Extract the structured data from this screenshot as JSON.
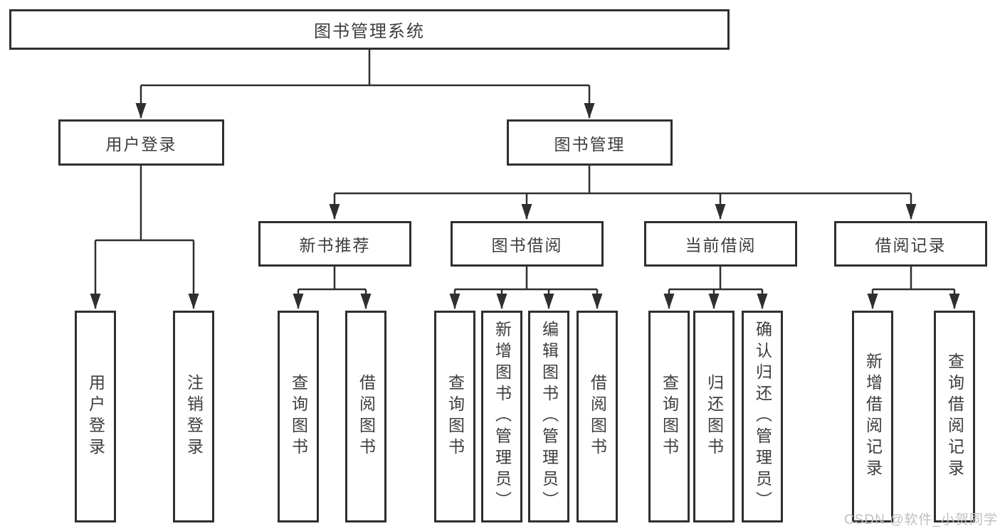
{
  "diagram": {
    "type": "hierarchy-tree",
    "colors": {
      "background": "#ffffff",
      "box_fill": "#ffffff",
      "box_border": "#2f2f2f",
      "line": "#2f2f2f",
      "text": "#3d3d3d",
      "watermark": "#bfbfbf"
    },
    "watermark": {
      "text": "CSDN @软件_小贺同学"
    },
    "tree": {
      "label": "图书管理系统",
      "children": [
        {
          "label": "用户登录",
          "children": [
            {
              "label": "用户登录"
            },
            {
              "label": "注销登录"
            }
          ]
        },
        {
          "label": "图书管理",
          "children": [
            {
              "label": "新书推荐",
              "children": [
                {
                  "label": "查询图书"
                },
                {
                  "label": "借阅图书"
                }
              ]
            },
            {
              "label": "图书借阅",
              "children": [
                {
                  "label": "查询图书"
                },
                {
                  "label": "新增图书（管理员）"
                },
                {
                  "label": "编辑图书（管理员）"
                },
                {
                  "label": "借阅图书"
                }
              ]
            },
            {
              "label": "当前借阅",
              "children": [
                {
                  "label": "查询图书"
                },
                {
                  "label": "归还图书"
                },
                {
                  "label": "确认归还（管理员）"
                }
              ]
            },
            {
              "label": "借阅记录",
              "children": [
                {
                  "label": "新增借阅记录"
                },
                {
                  "label": "查询借阅记录"
                }
              ]
            }
          ]
        }
      ]
    }
  }
}
